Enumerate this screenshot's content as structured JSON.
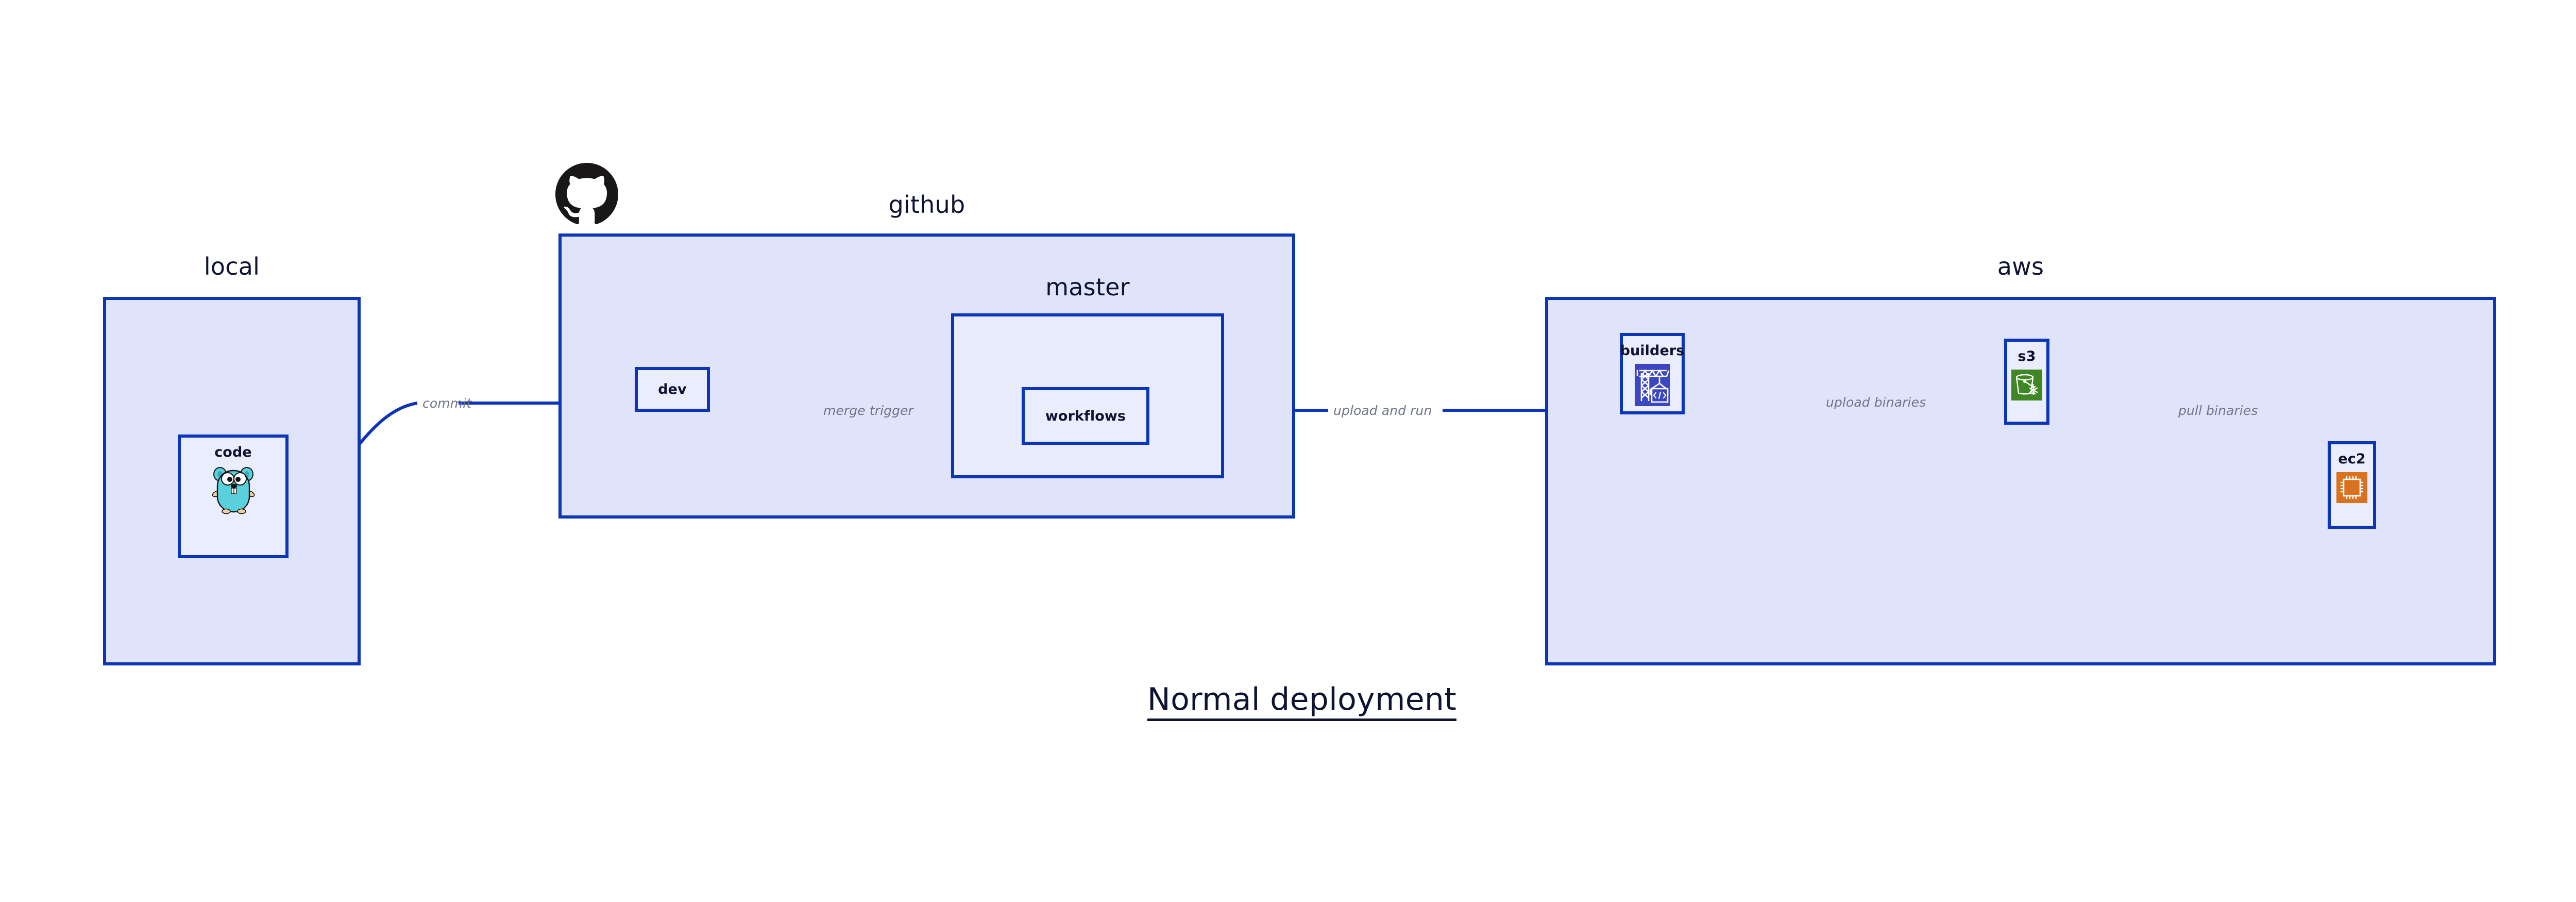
{
  "diagram": {
    "title": "Normal deployment",
    "accent_color": "#0d35b8",
    "cluster_fill": "#dfe4fb",
    "node_fill": "#eaedfd",
    "label_color": "#0d1330",
    "edge_label_color": "#6f7487"
  },
  "clusters": [
    {
      "id": "local",
      "label": "local"
    },
    {
      "id": "github",
      "label": "github"
    },
    {
      "id": "master",
      "label": "master"
    },
    {
      "id": "aws",
      "label": "aws"
    }
  ],
  "nodes": [
    {
      "id": "code",
      "label": "code",
      "icon": "go-gopher-icon",
      "cluster": "local"
    },
    {
      "id": "dev",
      "label": "dev",
      "icon": "none",
      "cluster": "github"
    },
    {
      "id": "workflows",
      "label": "workflows",
      "icon": "none",
      "cluster": "master"
    },
    {
      "id": "builders",
      "label": "builders",
      "icon": "aws-crane-icon",
      "cluster": "aws",
      "icon_color": "#3c46c0"
    },
    {
      "id": "s3",
      "label": "s3",
      "icon": "aws-s3-bucket-icon",
      "cluster": "aws",
      "icon_color": "#3f8624"
    },
    {
      "id": "ec2",
      "label": "ec2",
      "icon": "aws-ec2-chip-icon",
      "cluster": "aws",
      "icon_color": "#d9711f"
    }
  ],
  "edges": [
    {
      "from": "code",
      "to": "dev",
      "label": "commit"
    },
    {
      "from": "dev",
      "to": "workflows",
      "label": "merge trigger"
    },
    {
      "from": "workflows",
      "to": "builders",
      "label": "upload and run"
    },
    {
      "from": "builders",
      "to": "s3",
      "label": "upload binaries"
    },
    {
      "from": "s3",
      "to": "ec2",
      "label": "pull binaries"
    }
  ],
  "logos": [
    {
      "id": "github-logo",
      "name": "github-octocat-icon",
      "color": "#191717"
    }
  ]
}
